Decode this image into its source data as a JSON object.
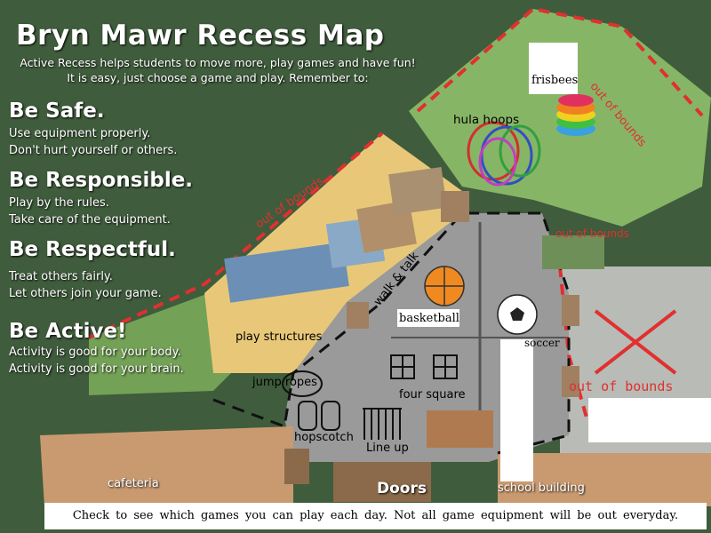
{
  "title": "Bryn Mawr Recess Map",
  "intro": {
    "line1": "Active Recess helps students to move more, play games  and have fun!",
    "line2": "It is easy, just choose a game and play.  Remember to:"
  },
  "rules": [
    {
      "heading": "Be Safe.",
      "lines": [
        "Use equipment properly.",
        "Don't hurt yourself or others."
      ]
    },
    {
      "heading": "Be Responsible.",
      "lines": [
        "Play by the rules.",
        "Take care of the equipment."
      ]
    },
    {
      "heading": "Be Respectful.",
      "lines": [
        "Treat others fairly.",
        "Let others join your game."
      ]
    },
    {
      "heading": "Be Active!",
      "lines": [
        "Activity is good for your body.",
        "Activity is good for your brain."
      ]
    }
  ],
  "map_labels": {
    "frisbees": "frisbees",
    "hula_hoops": "hula hoops",
    "out_of_bounds_1": "out of bounds",
    "out_of_bounds_2": "out of bounds",
    "out_of_bounds_3": "out of bounds",
    "out_of_bounds_4": "out of bounds",
    "walk_and_talk": "walk & talk",
    "basketball": "basketball",
    "soccer": "soccer",
    "play_structures": "play structures",
    "jump_ropes": "jump ropes",
    "four_square": "four square",
    "hopscotch": "hopscotch",
    "line_up": "Line up",
    "cafeteria": "cafeteria",
    "doors": "Doors",
    "school_building": "school building"
  },
  "footer": "Check to see which games you can play each day.    Not all game equipment will be out everyday.",
  "colors": {
    "boundary": "#e03030",
    "grass": "#8fbf6a",
    "sand": "#e8c878",
    "blacktop": "#9a9a9a",
    "building": "#c99a70"
  }
}
